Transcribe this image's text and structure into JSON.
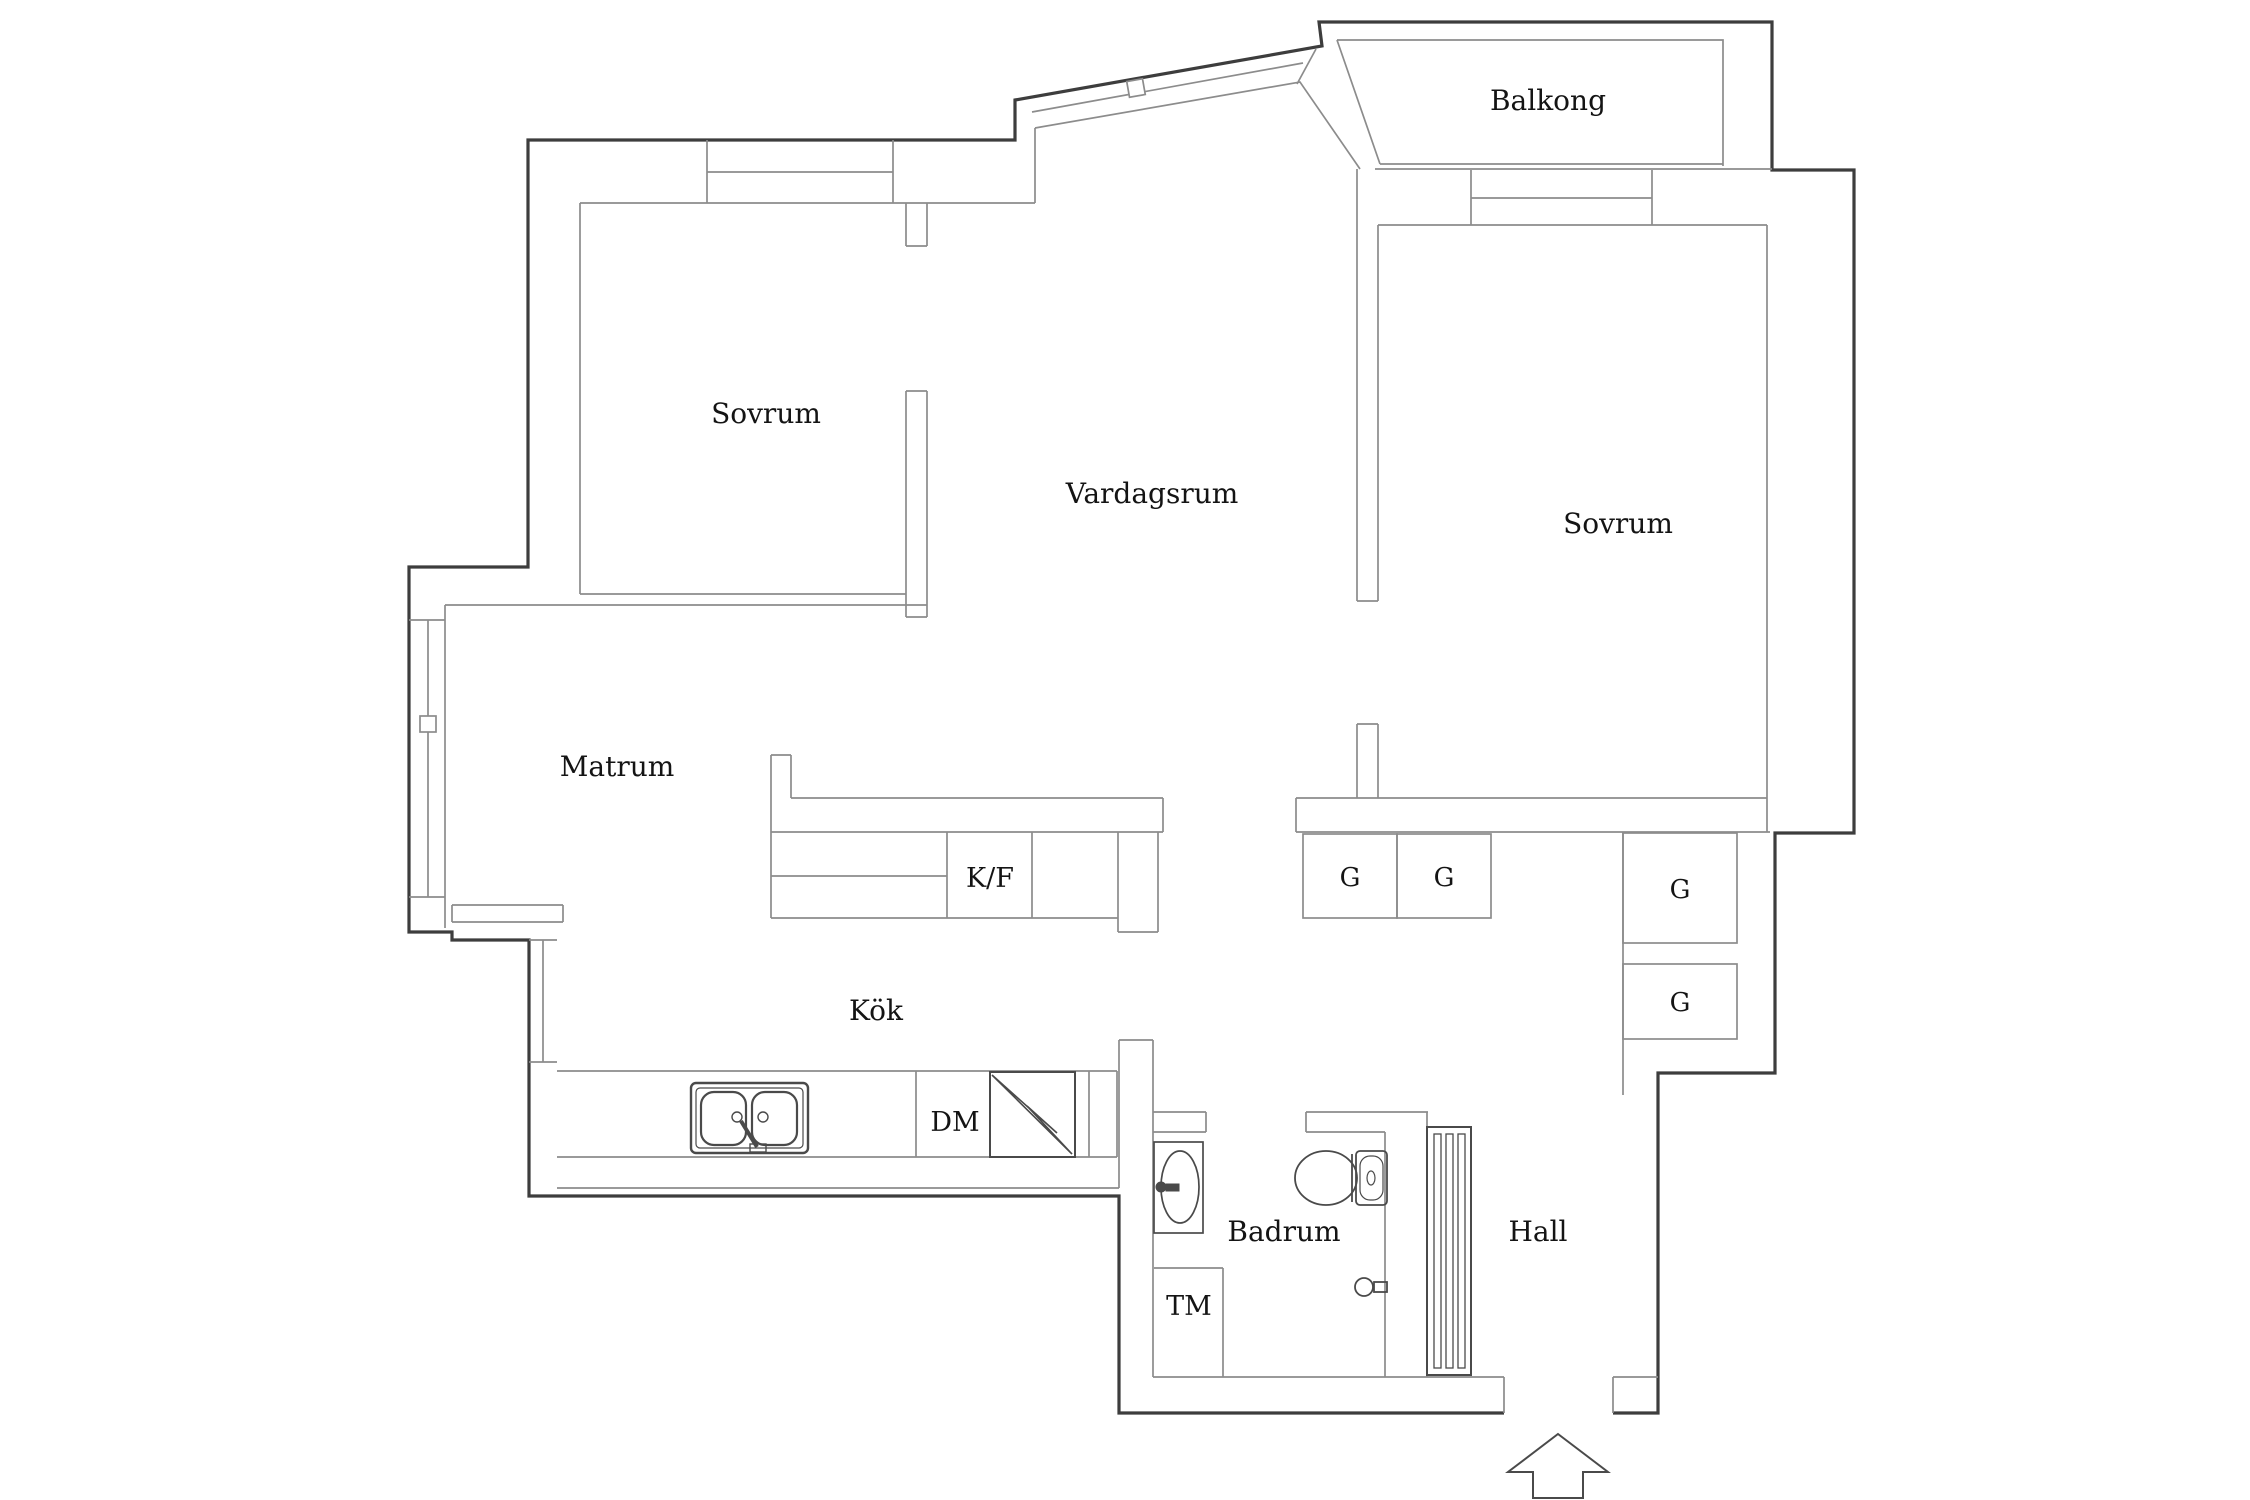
{
  "title": "Apartment floor plan",
  "colors": {
    "background": "#ffffff",
    "wall_outer": "#3d3d3d",
    "wall_inner": "#8c8c8c",
    "fixture_line": "#4a4a4a",
    "text": "#141414"
  },
  "plan": {
    "rooms": [
      {
        "id": "balkong",
        "label": "Balkong"
      },
      {
        "id": "sovrum-left",
        "label": "Sovrum"
      },
      {
        "id": "vardagsrum",
        "label": "Vardagsrum"
      },
      {
        "id": "sovrum-right",
        "label": "Sovrum"
      },
      {
        "id": "matrum",
        "label": "Matrum"
      },
      {
        "id": "kok",
        "label": "Kök"
      },
      {
        "id": "badrum",
        "label": "Badrum"
      },
      {
        "id": "hall",
        "label": "Hall"
      }
    ],
    "fixtures": [
      {
        "id": "kf",
        "label": "K/F",
        "meaning": "kyl/frys"
      },
      {
        "id": "dm",
        "label": "DM",
        "meaning": "diskmaskin"
      },
      {
        "id": "tm",
        "label": "TM",
        "meaning": "tvättmaskin"
      }
    ],
    "closets": {
      "label": "G",
      "count": 4
    },
    "entrance": {
      "symbol": "arrow-up"
    }
  }
}
